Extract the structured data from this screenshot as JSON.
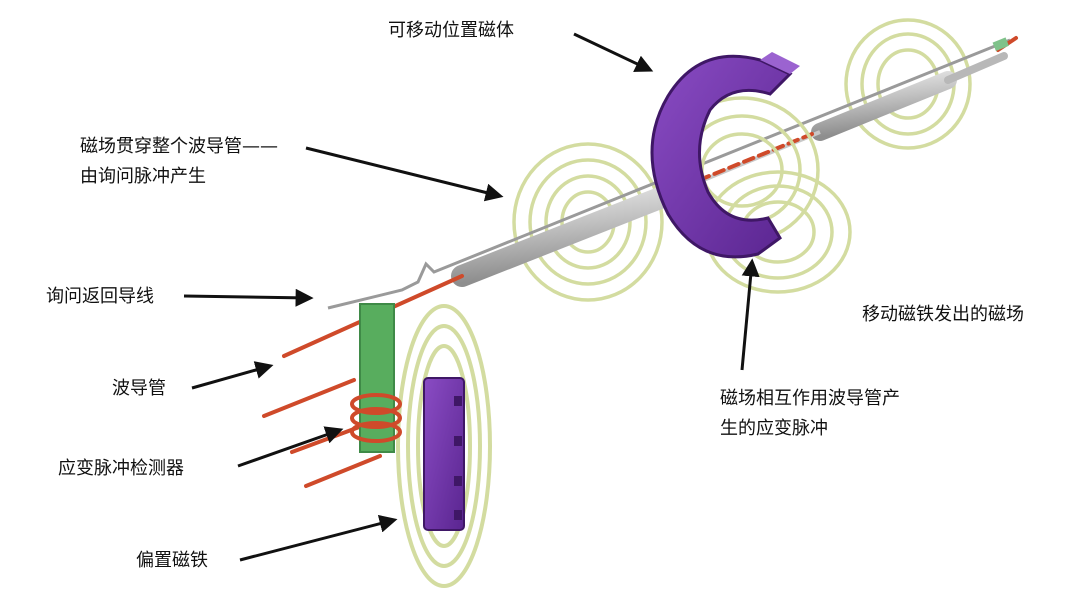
{
  "labels": {
    "movable_magnet": "可移动位置磁体",
    "field_line1": "磁场贯穿整个波导管——",
    "field_line2": "由询问脉冲产生",
    "return_wire": "询问返回导线",
    "moving_field": "移动磁铁发出的磁场",
    "waveguide": "波导管",
    "interaction_line1": "磁场相互作用波导管产",
    "interaction_line2": "生的应变脉冲",
    "strain_detector": "应变脉冲检测器",
    "bias_magnet": "偏置磁铁"
  },
  "colors": {
    "magnet_purple": "#6a2ea0",
    "magnet_purple_dark": "#3f1766",
    "field_lines": "#d3dca0",
    "wire_red": "#cf4a2a",
    "tube_gray": "#bdbdbd",
    "detector_green": "#58ad5e",
    "arrow_black": "#111111"
  }
}
